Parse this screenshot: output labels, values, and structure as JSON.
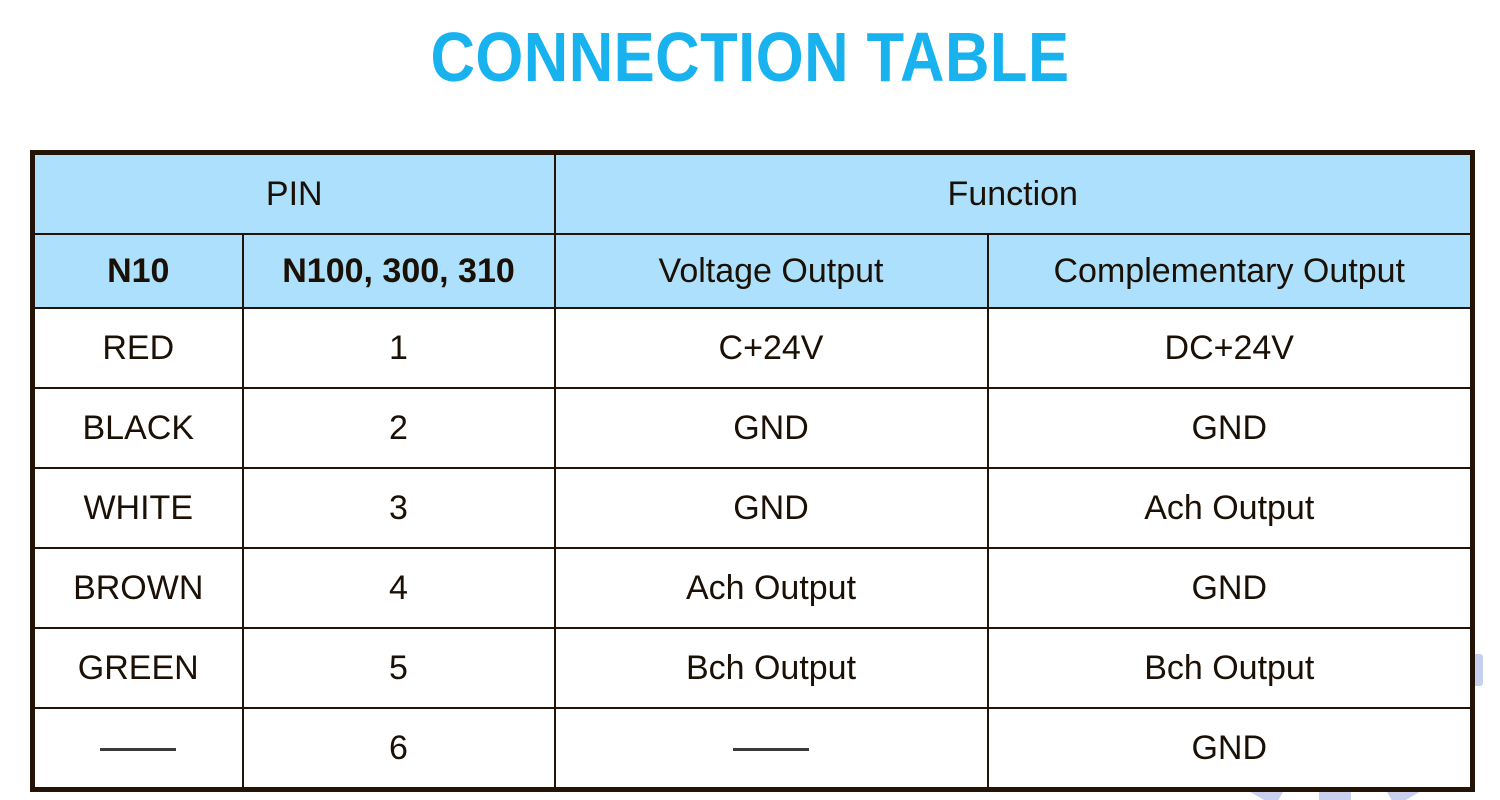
{
  "page": {
    "title": "CONNECTION TABLE",
    "title_color": "#18b2ee",
    "background": "#ffffff"
  },
  "colors": {
    "accent_cyan": "#19afea",
    "header_fill": "#ace0fc",
    "border": "#241408",
    "text_dark": "#1b1005",
    "watermark": "#c7d0ee"
  },
  "watermark": {
    "icon_name": "gear-k-logo-watermark",
    "letter": "K"
  },
  "table": {
    "group_headers": [
      {
        "label": "PIN",
        "colspan": 2
      },
      {
        "label": "Function",
        "colspan": 2
      }
    ],
    "sub_headers": [
      {
        "label": "N10",
        "style": "dark"
      },
      {
        "label": "N100, 300, 310",
        "style": "dark"
      },
      {
        "label": "Voltage Output",
        "style": "cyan"
      },
      {
        "label": "Complementary Output",
        "style": "cyan"
      }
    ],
    "rows": [
      {
        "n10": "RED",
        "pin": "1",
        "voltage_output": "C+24V",
        "complementary_output": "DC+24V"
      },
      {
        "n10": "BLACK",
        "pin": "2",
        "voltage_output": "GND",
        "complementary_output": "GND"
      },
      {
        "n10": "WHITE",
        "pin": "3",
        "voltage_output": "GND",
        "complementary_output": "Ach Output"
      },
      {
        "n10": "BROWN",
        "pin": "4",
        "voltage_output": "Ach Output",
        "complementary_output": "GND"
      },
      {
        "n10": "GREEN",
        "pin": "5",
        "voltage_output": "Bch Output",
        "complementary_output": "Bch Output"
      },
      {
        "n10": "—",
        "pin": "6",
        "voltage_output": "—",
        "complementary_output": "GND"
      }
    ]
  }
}
